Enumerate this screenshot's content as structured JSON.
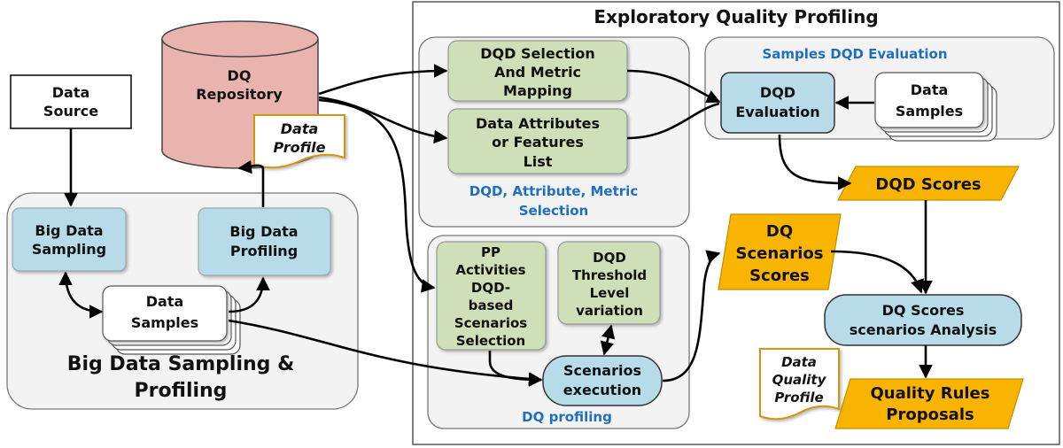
{
  "colors": {
    "blue_node": "#b7dbe8",
    "green_node": "#cfdfb8",
    "orange": "#f8b400",
    "cylinder": "#e9b3ae",
    "group_fill": "#f3f3f3",
    "group_title": "#1f6fbf"
  },
  "outer": {
    "title": "Exploratory Quality Profiling"
  },
  "groups": {
    "big_data": {
      "title_line1": "Big Data Sampling &",
      "title_line2": "Profiling"
    },
    "dqd_selection": {
      "title_line1": "DQD, Attribute, Metric",
      "title_line2": "Selection"
    },
    "samples_eval": {
      "title": "Samples DQD Evaluation"
    },
    "dq_profiling": {
      "title": "DQ profiling"
    }
  },
  "nodes": {
    "data_source": {
      "line1": "Data",
      "line2": "Source"
    },
    "repository": {
      "line1": "DQ",
      "line2": "Repository"
    },
    "data_profile": {
      "line1": "Data",
      "line2": "Profile"
    },
    "sampling": {
      "line1": "Big Data",
      "line2": "Sampling"
    },
    "profiling": {
      "line1": "Big Data",
      "line2": "Profiling"
    },
    "samples_left": {
      "line1": "Data",
      "line2": "Samples"
    },
    "dqd_mapping": {
      "line1": "DQD Selection",
      "line2": "And Metric",
      "line3": "Mapping"
    },
    "attributes": {
      "line1": "Data Attributes",
      "line2": "or Features",
      "line3": "List"
    },
    "dqd_evaluation": {
      "line1": "DQD",
      "line2": "Evaluation"
    },
    "samples_right": {
      "line1": "Data",
      "line2": "Samples"
    },
    "dqd_scores": {
      "label": "DQD Scores"
    },
    "pp_activities": {
      "line1": "PP",
      "line2": "Activities",
      "line3": "DQD-",
      "line4": "based",
      "line5": "Scenarios",
      "line6": "Selection"
    },
    "threshold": {
      "line1": "DQD",
      "line2": "Threshold",
      "line3": "Level",
      "line4": "variation"
    },
    "scenarios_exec": {
      "line1": "Scenarios",
      "line2": "execution"
    },
    "scenarios_scores": {
      "line1": "DQ",
      "line2": "Scenarios",
      "line3": "Scores"
    },
    "scores_analysis": {
      "line1": "DQ Scores",
      "line2": "scenarios Analysis"
    },
    "quality_profile": {
      "line1": "Data",
      "line2": "Quality",
      "line3": "Profile"
    },
    "rules": {
      "line1": "Quality Rules",
      "line2": "Proposals"
    }
  }
}
